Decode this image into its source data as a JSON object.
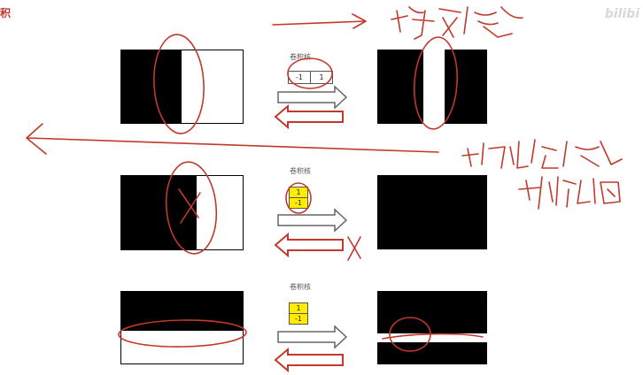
{
  "title_char": "积",
  "watermark": "bilibi",
  "rows": [
    {
      "kernel_label": "卷积核",
      "kernel_values": [
        "-1",
        "1"
      ],
      "kernel_orientation": "horizontal",
      "kernel_color": "#ffffff"
    },
    {
      "kernel_label": "卷积核",
      "kernel_values": [
        "1",
        "-1"
      ],
      "kernel_orientation": "vertical",
      "kernel_color": "#ffec00"
    },
    {
      "kernel_label": "卷积核",
      "kernel_values": [
        "1",
        "-1"
      ],
      "kernel_orientation": "vertical",
      "kernel_color": "#ffec00"
    }
  ],
  "colors": {
    "annotation_red": "#c0392b",
    "gray_arrow": "#666666",
    "red_arrow": "#c0392b",
    "black": "#000000"
  }
}
